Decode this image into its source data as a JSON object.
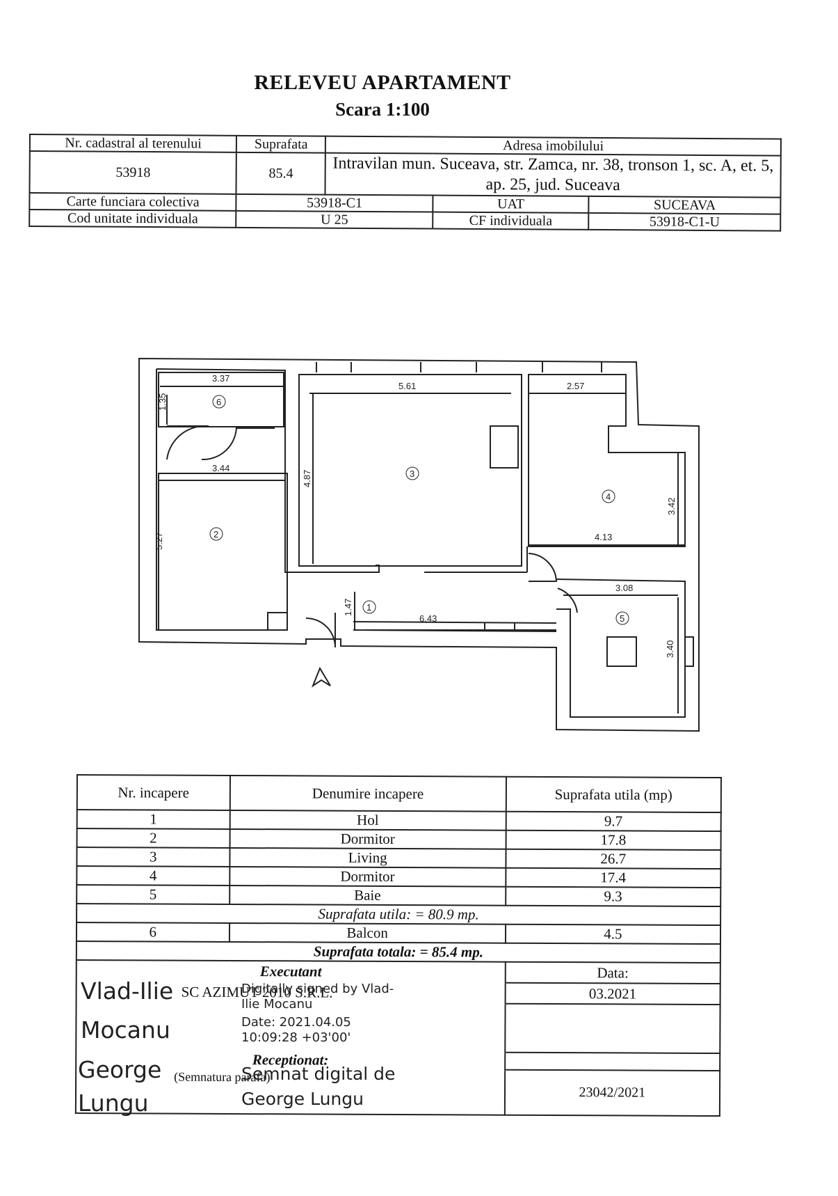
{
  "header": {
    "title": "RELEVEU APARTAMENT",
    "scale": "Scara 1:100"
  },
  "top_table": {
    "cadastral_label": "Nr. cadastral al terenului",
    "cadastral_value": "53918",
    "area_label": "Suprafata",
    "area_value": "85.4",
    "address_label": "Adresa imobilului",
    "address_value": "Intravilan mun. Suceava, str. Zamca, nr. 38, tronson 1, sc. A, et. 5, ap. 25, jud. Suceava",
    "cf_colectiva_label": "Carte funciara colectiva",
    "cf_colectiva_value": "53918-C1",
    "uat_label": "UAT",
    "uat_value": "SUCEAVA",
    "cod_unitate_label": "Cod unitate individuala",
    "cod_unitate_value": "U 25",
    "cf_individuala_label": "CF individuala",
    "cf_individuala_value": "53918-C1-U"
  },
  "plan": {
    "dimensions": [
      "3.37",
      "1.35",
      "3.44",
      "5.27",
      "5.61",
      "4.87",
      "2.57",
      "3.42",
      "4.13",
      "3.08",
      "3.40",
      "1.47",
      "6.43"
    ],
    "room_markers": [
      "1",
      "2",
      "3",
      "4",
      "5",
      "6"
    ],
    "north_icon": "north-arrow"
  },
  "rooms_table": {
    "headers": [
      "Nr. incapere",
      "Denumire incapere",
      "Suprafata utila (mp)"
    ],
    "rows": [
      {
        "nr": "1",
        "name": "Hol",
        "area": "9.7"
      },
      {
        "nr": "2",
        "name": "Dormitor",
        "area": "17.8"
      },
      {
        "nr": "3",
        "name": "Living",
        "area": "26.7"
      },
      {
        "nr": "4",
        "name": "Dormitor",
        "area": "17.4"
      },
      {
        "nr": "5",
        "name": "Baie",
        "area": "9.3"
      }
    ],
    "useful_total": "Suprafata utila: = 80.9 mp.",
    "balcony": {
      "nr": "6",
      "name": "Balcon",
      "area": "4.5"
    },
    "grand_total": "Suprafata totala: = 85.4 mp."
  },
  "footer": {
    "executant_label": "Executant",
    "executant_company": "SC AZIMUT 2010 S.R.L.",
    "date_label": "Data:",
    "date_value": "03.2021",
    "receptionat_label": "Receptionat:",
    "semnatura_label": "(Semnatura parafa)",
    "registration_no": "23042/2021"
  },
  "signatures": {
    "signer1_name_line1": "Vlad-Ilie",
    "signer1_name_line2": "Mocanu",
    "signer1_text": "Digitally signed by Vlad-Ilie Mocanu",
    "signer1_date": "Date: 2021.04.05 10:09:28 +03'00'",
    "signer2_name_line1": "George",
    "signer2_name_line2": "Lungu",
    "signer2_text": "Semnat digital de George Lungu"
  }
}
